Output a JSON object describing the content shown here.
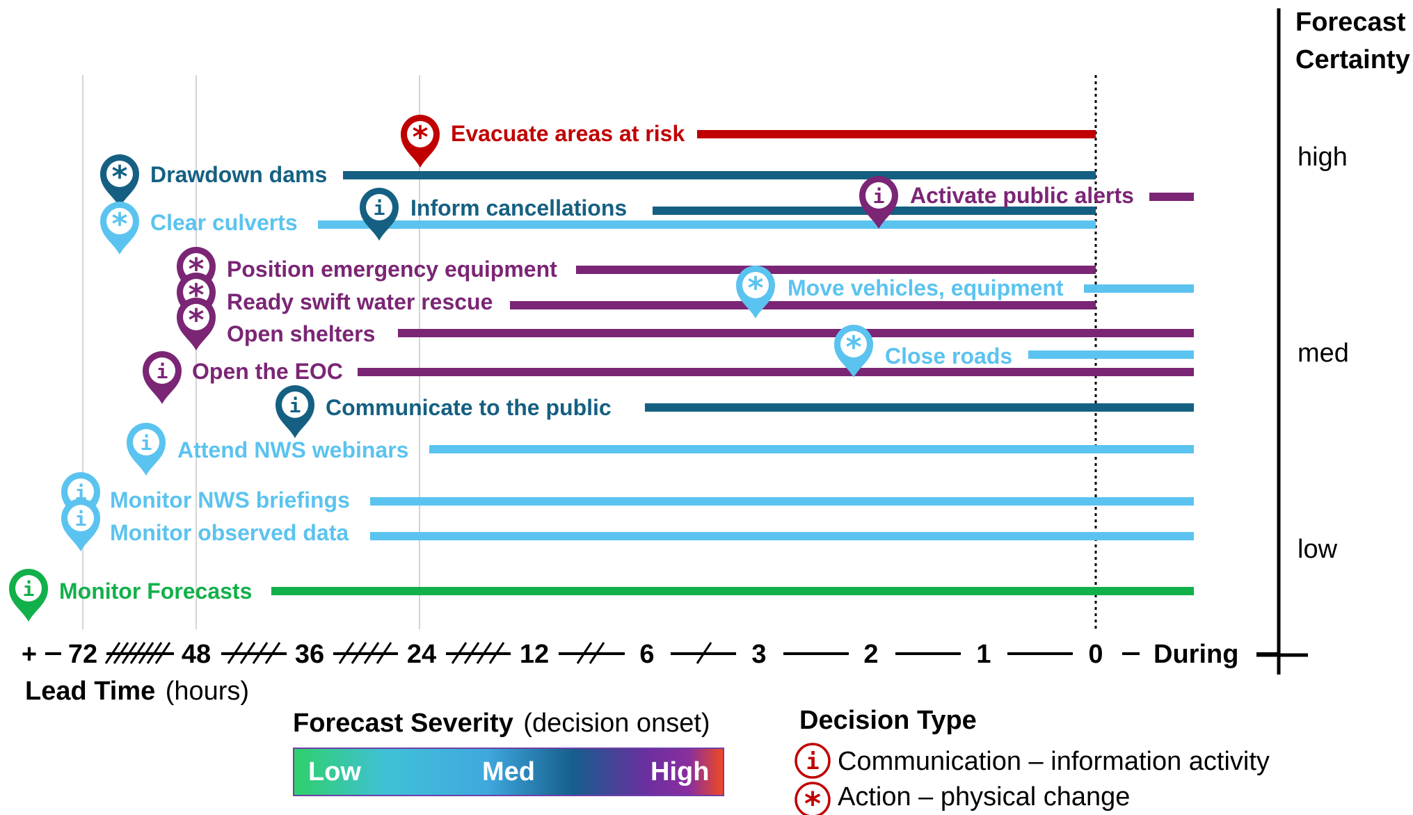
{
  "colors": {
    "high": "#C00000",
    "dark_blue": "#156082",
    "purple": "#7B2575",
    "light_blue": "#5BC3EF",
    "green": "#12B04A"
  },
  "axis": {
    "ticks": [
      "+",
      "72",
      "48",
      "36",
      "24",
      "12",
      "6",
      "3",
      "2",
      "1",
      "0",
      "During"
    ],
    "title": "Lead Time",
    "unit": "(hours)"
  },
  "certainty": {
    "title_line1": "Forecast",
    "title_line2": "Certainty",
    "levels": [
      "high",
      "med",
      "low"
    ]
  },
  "decisions": [
    {
      "label": "Evacuate areas at risk",
      "type": "action",
      "color": "high"
    },
    {
      "label": "Drawdown dams",
      "type": "action",
      "color": "dark_blue"
    },
    {
      "label": "Activate public alerts",
      "type": "communication",
      "color": "purple"
    },
    {
      "label": "Inform cancellations",
      "type": "communication",
      "color": "dark_blue"
    },
    {
      "label": "Clear culverts",
      "type": "action",
      "color": "light_blue"
    },
    {
      "label": "Position emergency equipment",
      "type": "action",
      "color": "purple"
    },
    {
      "label": "Move vehicles, equipment",
      "type": "action",
      "color": "light_blue"
    },
    {
      "label": "Ready swift water rescue",
      "type": "action",
      "color": "purple"
    },
    {
      "label": "Open shelters",
      "type": "action",
      "color": "purple"
    },
    {
      "label": "Close roads",
      "type": "action",
      "color": "light_blue"
    },
    {
      "label": "Open the EOC",
      "type": "communication",
      "color": "purple"
    },
    {
      "label": "Communicate to the public",
      "type": "communication",
      "color": "dark_blue"
    },
    {
      "label": "Attend NWS webinars",
      "type": "communication",
      "color": "light_blue"
    },
    {
      "label": "Monitor NWS briefings",
      "type": "communication",
      "color": "light_blue"
    },
    {
      "label": "Monitor observed data",
      "type": "communication",
      "color": "light_blue"
    },
    {
      "label": "Monitor Forecasts",
      "type": "communication",
      "color": "green"
    }
  ],
  "severity_legend": {
    "title": "Forecast Severity",
    "subtitle": "(decision onset)",
    "low": "Low",
    "med": "Med",
    "high": "High"
  },
  "type_legend": {
    "title": "Decision Type",
    "communication": "Communication – information activity",
    "action": "Action – physical change",
    "communication_glyph": "i",
    "action_glyph": "*"
  }
}
